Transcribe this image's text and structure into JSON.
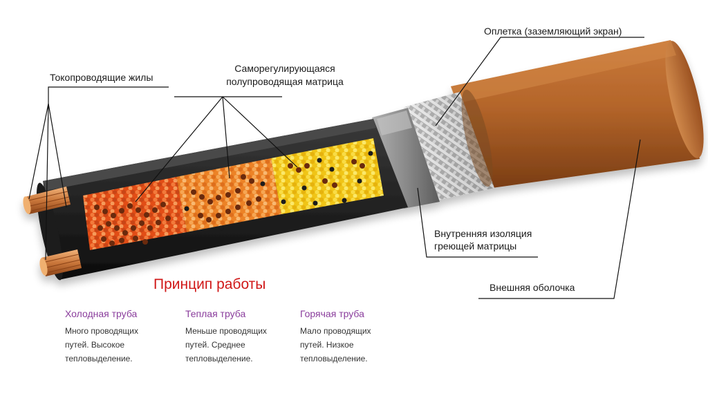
{
  "labels": {
    "conductors": "Токопроводящие жилы",
    "matrix_line1": "Саморегулирующаяся",
    "matrix_line2": "полупроводящая матрица",
    "braid": "Оплетка (заземляющий экран)",
    "inner_line1": "Внутренняя изоляция",
    "inner_line2": "греющей матрицы",
    "outer": "Внешняя оболочка"
  },
  "principle": {
    "title": "Принцип работы",
    "columns": [
      {
        "heading": "Холодная труба",
        "lines": [
          "Много проводящих",
          "путей. Высокое",
          "тепловыделение."
        ]
      },
      {
        "heading": "Теплая труба",
        "lines": [
          "Меньше проводящих",
          "путей. Среднее",
          "тепловыделение."
        ]
      },
      {
        "heading": "Горячая труба",
        "lines": [
          "Мало проводящих",
          "путей. Низкое",
          "тепловыделение."
        ]
      }
    ]
  },
  "colors": {
    "accent_title": "#d01818",
    "column_heading": "#8a3d9c",
    "sheath": "#b8672a",
    "copper": "#d48a4c",
    "zone_cold": "#e85a1c",
    "zone_warm": "#ef8a2a",
    "zone_hot": "#f2c91c"
  }
}
